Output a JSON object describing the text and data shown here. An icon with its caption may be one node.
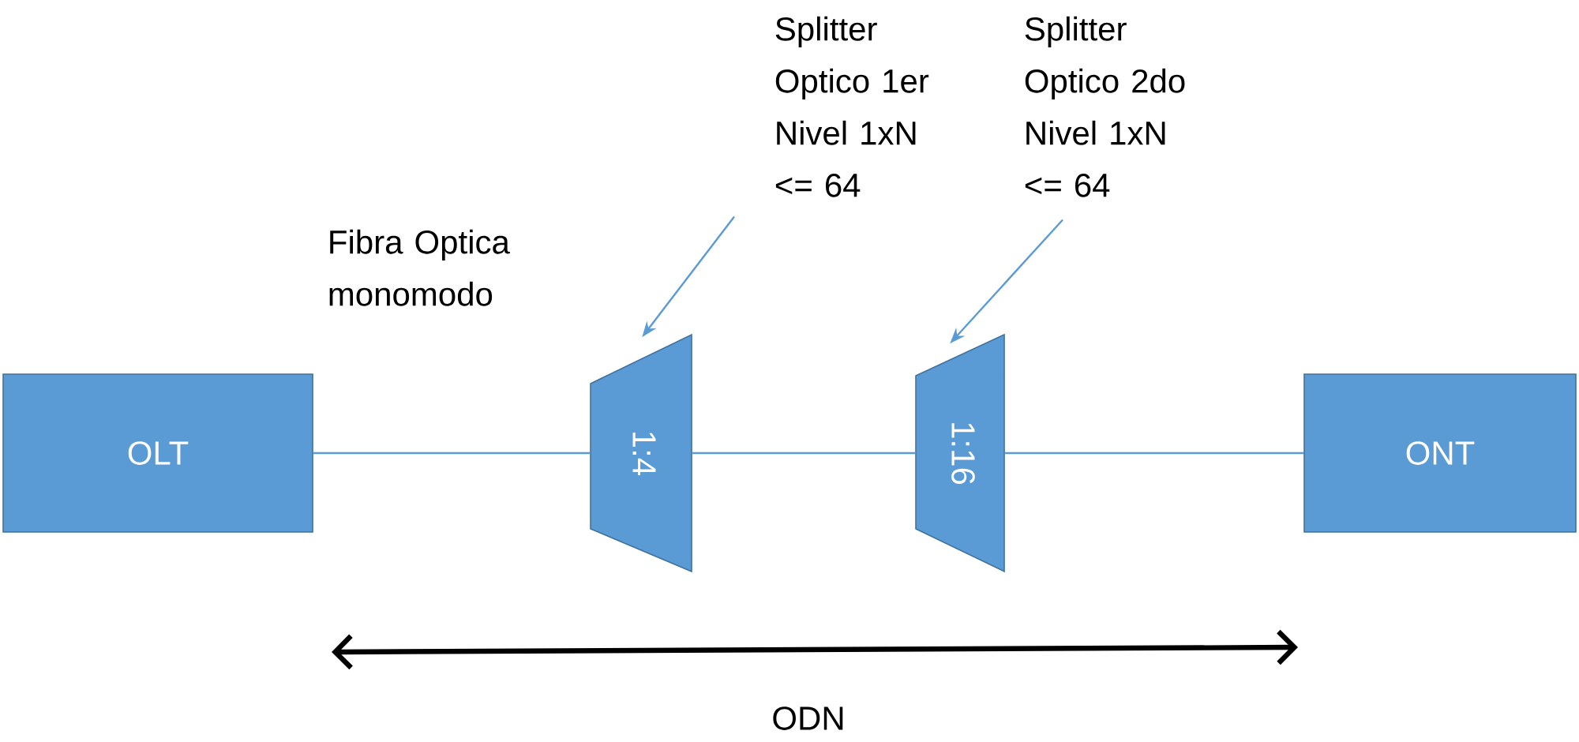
{
  "diagram": {
    "nodes": [
      {
        "text": [
          "OLT"
        ]
      },
      {
        "text": [
          "1:4"
        ]
      },
      {
        "text": [
          "1:16"
        ]
      },
      {
        "text": [
          "ONT"
        ]
      },
      {
        "text": [
          "Splitter Optico 1er Nivel 1xN <= 64"
        ]
      },
      {
        "text": [
          "Splitter Optico 2do Nivel 1xN <= 64"
        ]
      }
    ],
    "edges": [
      {
        "from": 0,
        "to": 1,
        "arrow": "none"
      },
      {
        "from": 1,
        "to": 2,
        "arrow": "none"
      },
      {
        "from": 2,
        "to": 3,
        "arrow": "none"
      },
      {
        "from": 4,
        "to": 1,
        "arrow": "to"
      },
      {
        "from": 5,
        "to": 2,
        "arrow": "to"
      }
    ],
    "labels": [
      "Fibra Optica monomodo",
      "ODN"
    ]
  }
}
